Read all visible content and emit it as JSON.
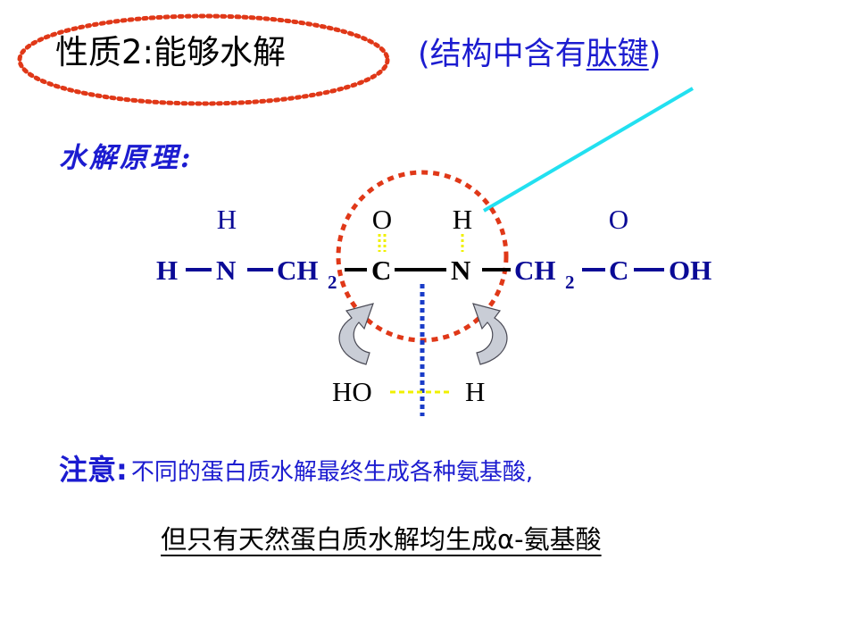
{
  "title": {
    "prefix": "性质2:能够水解"
  },
  "subtitle": {
    "open": "(",
    "plain": "结构中含有",
    "emphasis": "肽键",
    "close": ")"
  },
  "principle": {
    "label": "水解原理:"
  },
  "formula": {
    "h_top_1": "H",
    "o_top_1": "O",
    "h_top_2": "H",
    "o_top_2": "O",
    "h1": "H",
    "n1": "N",
    "ch2_a": "CH",
    "sub_a": "2",
    "c1": "C",
    "n2": "N",
    "ch2_b": "CH",
    "sub_b": "2",
    "c2": "C",
    "oh": "OH"
  },
  "water": {
    "ho": "HO",
    "h": "H"
  },
  "note": {
    "label": "注意:",
    "text": "不同的蛋白质水解最终生成各种氨基酸,"
  },
  "conclusion": {
    "text": "但只有天然蛋白质水解均生成α-氨基酸"
  },
  "colors": {
    "blue_text": "#1c1cd0",
    "formula_navy": "#0a0a96",
    "red_dashed": "#e03818",
    "cyan_pointer": "#22e0f0",
    "yellow_dash": "#f0f000",
    "blue_cut": "#1a3cc8",
    "arrow_fill": "#c9cdd6"
  },
  "icons": {
    "left_curved_arrow": "curved-arrow-icon",
    "right_curved_arrow": "curved-arrow-icon"
  }
}
